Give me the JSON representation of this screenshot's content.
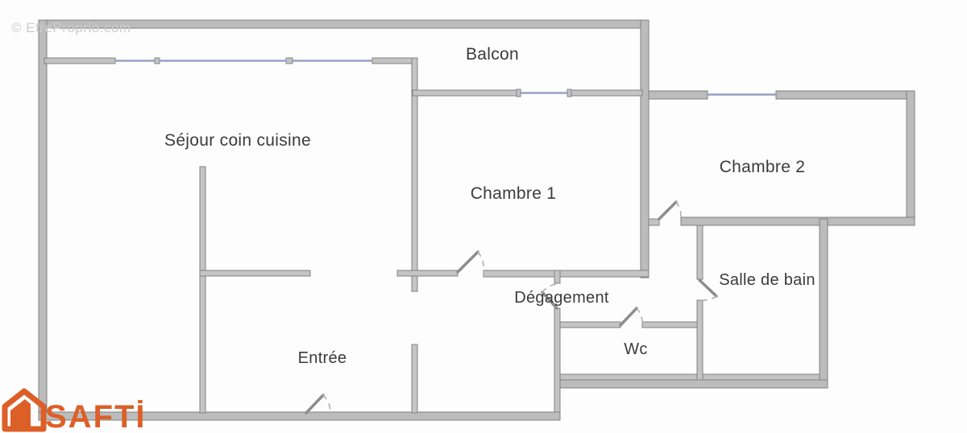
{
  "watermark": "© EtreProprio.com",
  "logo": {
    "text": "SAFTİ",
    "color": "#dd5f28"
  },
  "colors": {
    "background": "#fdfdfd",
    "wall_fill": "#bcbcbc",
    "wall_stroke": "#7f7f7f",
    "window_line": "#9aa0c4",
    "door_arc": "#b0b0b0",
    "label_text": "#3b3b3b",
    "watermark_text": "#cdcdcd",
    "logo_orange": "#dd5f28"
  },
  "rooms": {
    "balcon": {
      "label": "Balcon"
    },
    "sejour": {
      "label": "Séjour coin cuisine"
    },
    "chambre1": {
      "label": "Chambre 1"
    },
    "chambre2": {
      "label": "Chambre 2"
    },
    "salle_de_bain": {
      "label": "Salle de bain"
    },
    "degagement": {
      "label": "Dégagement"
    },
    "wc": {
      "label": "Wc"
    },
    "entree": {
      "label": "Entrée"
    }
  }
}
